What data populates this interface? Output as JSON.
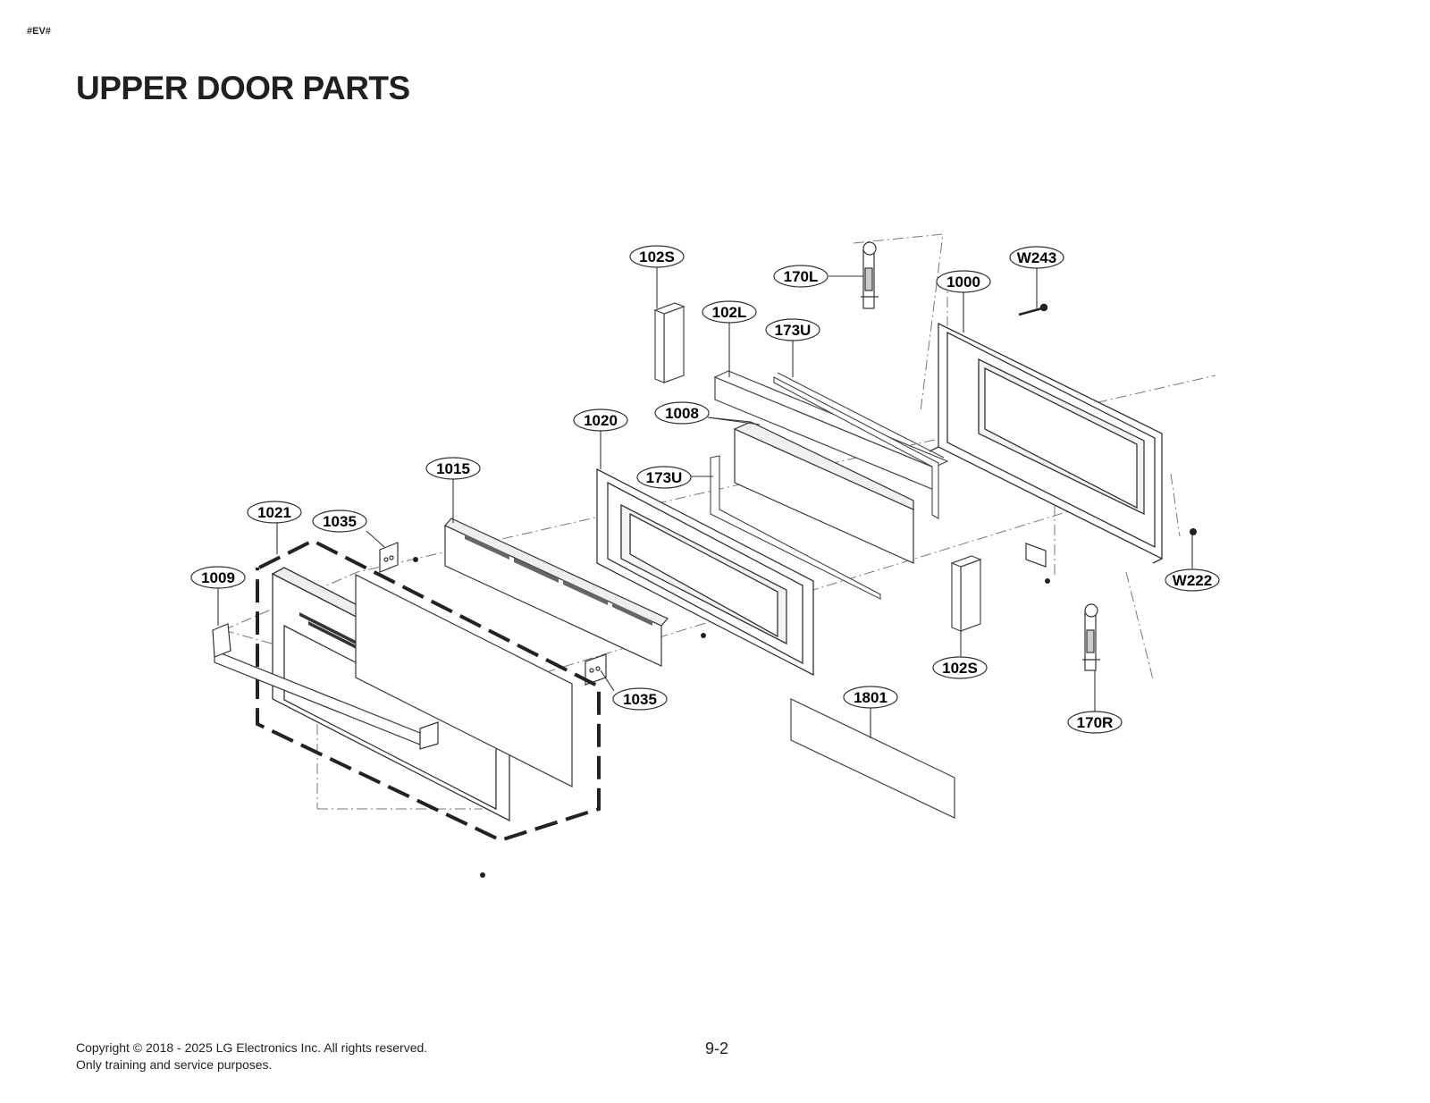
{
  "header": {
    "tag": "#EV#",
    "title": "UPPER DOOR PARTS"
  },
  "diagram": {
    "callouts": [
      {
        "label": "102S"
      },
      {
        "label": "170L"
      },
      {
        "label": "1000"
      },
      {
        "label": "W243"
      },
      {
        "label": "102L"
      },
      {
        "label": "173U"
      },
      {
        "label": "1020"
      },
      {
        "label": "1008"
      },
      {
        "label": "1015"
      },
      {
        "label": "173U"
      },
      {
        "label": "1021"
      },
      {
        "label": "1035"
      },
      {
        "label": "1009"
      },
      {
        "label": "1035"
      },
      {
        "label": "102S"
      },
      {
        "label": "W222"
      },
      {
        "label": "1801"
      },
      {
        "label": "170R"
      }
    ]
  },
  "footer": {
    "copyright_line1": "Copyright © 2018 - 2025 LG Electronics Inc. All rights reserved.",
    "copyright_line2": "Only training and service purposes.",
    "page_number": "9-2"
  }
}
